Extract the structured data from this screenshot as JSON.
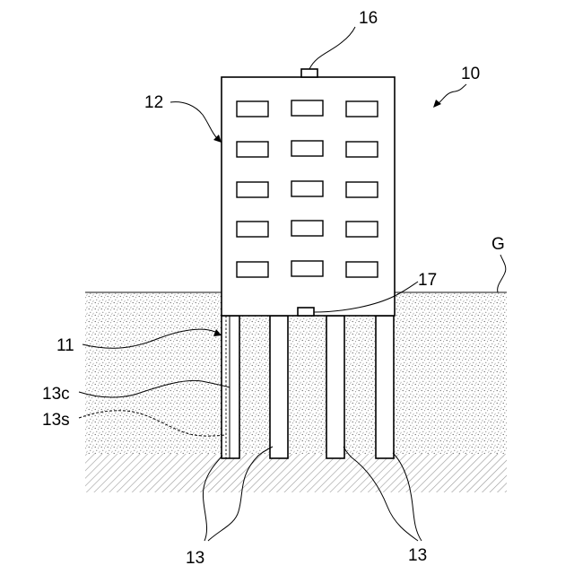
{
  "figure": {
    "labels": {
      "assembly": "10",
      "reinforced_pile": "11",
      "building": "12",
      "piles": "13",
      "pile_core": "13c",
      "pile_sleeve": "13s",
      "top_sensor": "16",
      "base_sensor": "17",
      "ground": "G"
    }
  }
}
